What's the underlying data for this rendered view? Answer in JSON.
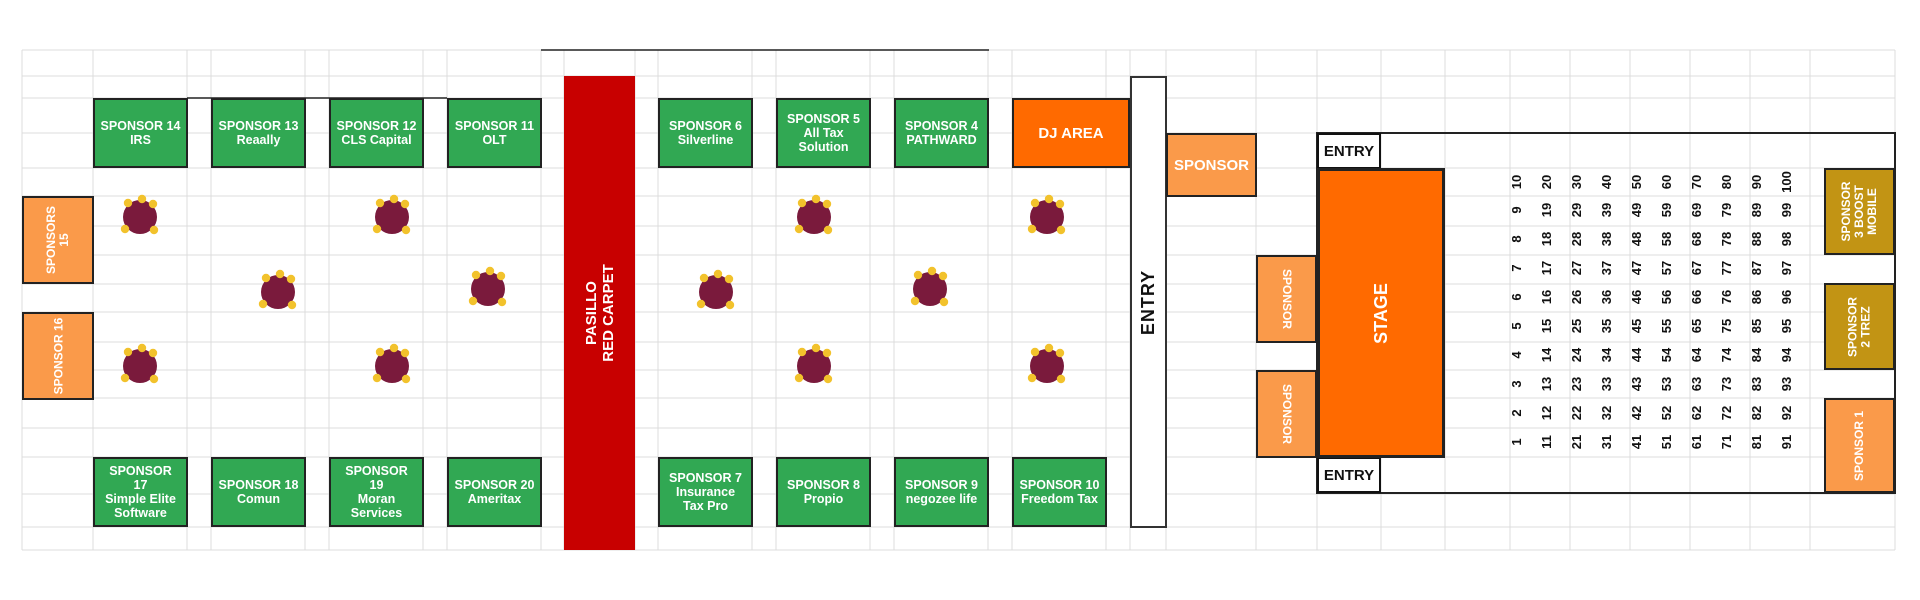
{
  "colors": {
    "sponsor_green": "#31a853",
    "sponsor_orange": "#fa9a4a",
    "dj_stage_orange": "#ff6a00",
    "sponsor_gold": "#c29414",
    "red_carpet": "#c80000",
    "table_maroon": "#7a1a3c",
    "chair_gold": "#f2c22c"
  },
  "top_row": [
    {
      "id": "s14",
      "line1": "SPONSOR 14",
      "line2": "IRS"
    },
    {
      "id": "s13",
      "line1": "SPONSOR 13",
      "line2": "Reaally"
    },
    {
      "id": "s12",
      "line1": "SPONSOR 12",
      "line2": "CLS Capital"
    },
    {
      "id": "s11",
      "line1": "SPONSOR 11",
      "line2": "OLT"
    },
    {
      "id": "s6",
      "line1": "SPONSOR 6",
      "line2": "Silverline"
    },
    {
      "id": "s5",
      "line1": "SPONSOR 5",
      "line2": "All Tax Solution"
    },
    {
      "id": "s4",
      "line1": "SPONSOR 4",
      "line2": "PATHWARD"
    }
  ],
  "bottom_row": [
    {
      "id": "s17",
      "line1": "SPONSOR 17",
      "line2": "Simple Elite Software"
    },
    {
      "id": "s18",
      "line1": "SPONSOR 18",
      "line2": "Comun"
    },
    {
      "id": "s19",
      "line1": "SPONSOR 19",
      "line2": "Moran Services"
    },
    {
      "id": "s20",
      "line1": "SPONSOR 20",
      "line2": "Ameritax"
    },
    {
      "id": "s7",
      "line1": "SPONSOR 7",
      "line2": "Insurance Tax Pro"
    },
    {
      "id": "s8",
      "line1": "SPONSOR 8",
      "line2": "Propio"
    },
    {
      "id": "s9",
      "line1": "SPONSOR 9",
      "line2": "negozee life"
    },
    {
      "id": "s10",
      "line1": "SPONSOR 10",
      "line2": "Freedom Tax"
    }
  ],
  "left": {
    "sponsor15": "SPONSORS 15",
    "sponsor16": "SPONSOR 16"
  },
  "dj_area": "DJ AREA",
  "red_carpet": {
    "line1": "PASILLO",
    "line2": "RED CARPET"
  },
  "entry_main": "ENTRY",
  "sponsor_right_top": "SPONSOR",
  "side_sponsor_a": "SPONSOR",
  "side_sponsor_b": "SPONSOR",
  "entry_top": "ENTRY",
  "entry_bottom": "ENTRY",
  "stage": "STAGE",
  "right_sponsors": {
    "s3": "SPONSOR 3 BOOST MOBILE",
    "s2": "SPONSOR 2 TREZ",
    "s1": "SPONSOR 1"
  },
  "seat_numbers": [
    [
      "1",
      "2",
      "3",
      "4",
      "5",
      "6",
      "7",
      "8",
      "9",
      "10"
    ],
    [
      "11",
      "12",
      "13",
      "14",
      "15",
      "16",
      "17",
      "18",
      "19",
      "20"
    ],
    [
      "21",
      "22",
      "23",
      "24",
      "25",
      "26",
      "27",
      "28",
      "29",
      "30"
    ],
    [
      "31",
      "32",
      "33",
      "34",
      "35",
      "36",
      "37",
      "38",
      "39",
      "40"
    ],
    [
      "41",
      "42",
      "43",
      "44",
      "45",
      "46",
      "47",
      "48",
      "49",
      "50"
    ],
    [
      "51",
      "52",
      "53",
      "54",
      "55",
      "56",
      "57",
      "58",
      "59",
      "60"
    ],
    [
      "61",
      "62",
      "63",
      "64",
      "65",
      "66",
      "67",
      "68",
      "69",
      "70"
    ],
    [
      "71",
      "72",
      "73",
      "74",
      "75",
      "76",
      "77",
      "78",
      "79",
      "80"
    ],
    [
      "81",
      "82",
      "83",
      "84",
      "85",
      "86",
      "87",
      "88",
      "89",
      "90"
    ],
    [
      "91",
      "92",
      "93",
      "94",
      "95",
      "96",
      "97",
      "98",
      "99",
      "100"
    ]
  ]
}
